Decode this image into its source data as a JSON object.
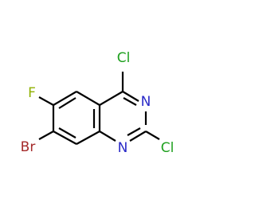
{
  "colors": {
    "background": "#ffffff",
    "bond": "#000000",
    "chlorine": "#1fa01f",
    "fluorine": "#8fb000",
    "bromine": "#a52a2a",
    "nitrogen": "#2a2ac8"
  },
  "atoms": {
    "cl_top": "Cl",
    "n_upper": "N",
    "cl_right": "Cl",
    "n_lower": "N",
    "fluorine": "F",
    "bromine": "Br"
  }
}
